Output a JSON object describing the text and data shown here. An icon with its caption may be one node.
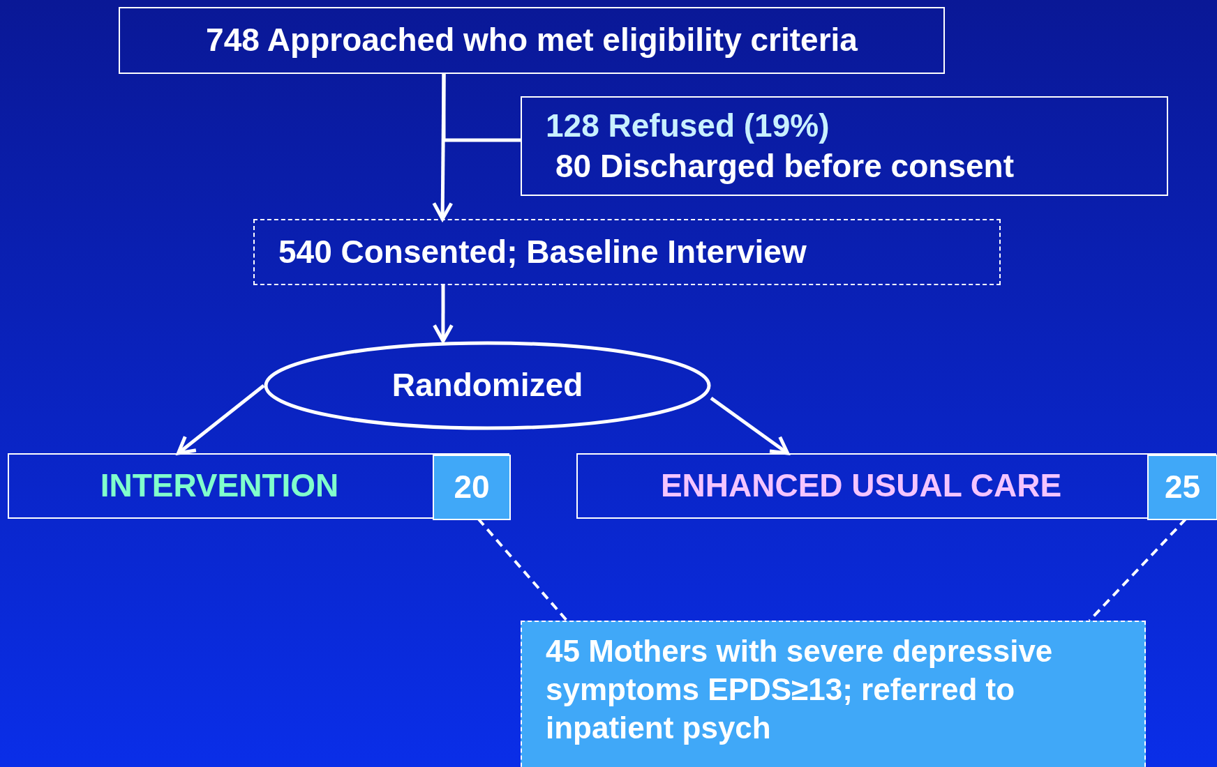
{
  "diagram": {
    "nodes": [
      {
        "text": [
          "748 Approached who met eligibility criteria"
        ]
      },
      {
        "text": [
          "128 Refused (19%)",
          "80 Discharged before consent"
        ]
      },
      {
        "text": [
          "540 Consented; Baseline Interview"
        ]
      },
      {
        "text": [
          "Randomized"
        ]
      },
      {
        "text": [
          "INTERVENTION"
        ]
      },
      {
        "text": [
          "20"
        ],
        "in": 4
      },
      {
        "text": [
          "ENHANCED  USUAL CARE"
        ]
      },
      {
        "text": [
          "25"
        ],
        "in": 6
      },
      {
        "text": [
          "45 Mothers with severe depressive symptoms EPDS≥13; referred to inpatient psych"
        ]
      }
    ],
    "edges": [
      {
        "from": 0,
        "to": 2,
        "arrow": "to"
      },
      {
        "from": 0,
        "to": 1,
        "arrow": "none"
      },
      {
        "from": 2,
        "to": 3,
        "arrow": "to"
      },
      {
        "from": 3,
        "to": 4,
        "arrow": "to"
      },
      {
        "from": 3,
        "to": 6,
        "arrow": "to"
      },
      {
        "from": 5,
        "to": 8,
        "arrow": "none",
        "style": "dashed"
      },
      {
        "from": 7,
        "to": 8,
        "arrow": "none",
        "style": "dashed"
      }
    ]
  }
}
